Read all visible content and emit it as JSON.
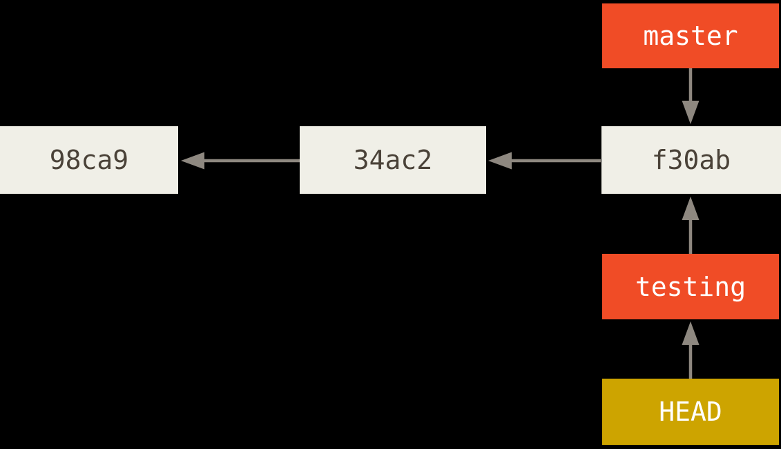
{
  "commits": [
    {
      "id": "98ca9"
    },
    {
      "id": "34ac2"
    },
    {
      "id": "f30ab"
    }
  ],
  "refs": [
    {
      "label": "master",
      "kind": "branch",
      "points_to": "f30ab"
    },
    {
      "label": "testing",
      "kind": "branch",
      "points_to": "f30ab"
    },
    {
      "label": "HEAD",
      "kind": "head",
      "points_to": "testing"
    }
  ],
  "edges": [
    {
      "from": "34ac2",
      "to": "98ca9",
      "direction": "left"
    },
    {
      "from": "f30ab",
      "to": "34ac2",
      "direction": "left"
    },
    {
      "from": "master",
      "to": "f30ab",
      "direction": "down"
    },
    {
      "from": "testing",
      "to": "f30ab",
      "direction": "up"
    },
    {
      "from": "HEAD",
      "to": "testing",
      "direction": "up"
    }
  ],
  "colors": {
    "background": "#000000",
    "commit_box": "#f0efe7",
    "commit_text": "#4a4238",
    "branch_box": "#f04c26",
    "head_box": "#cda400",
    "ref_text": "#ffffff",
    "arrow": "#8e8880"
  }
}
